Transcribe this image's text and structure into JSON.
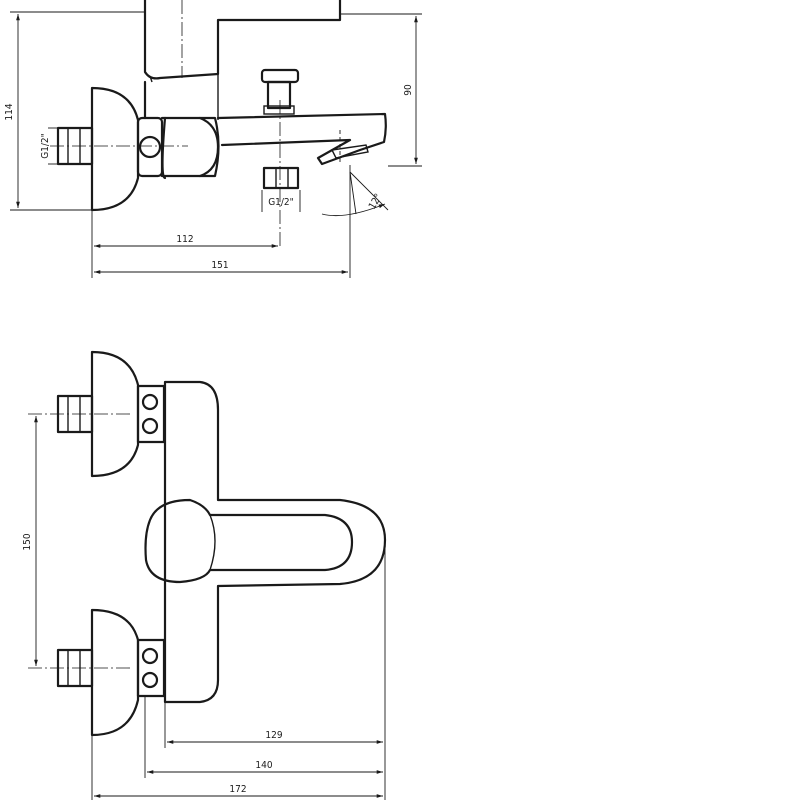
{
  "top_view": {
    "dim_height_total": "114",
    "dim_height_spout": "90",
    "thread_inlet": "G1/2\"",
    "thread_outlet": "G1/2\"",
    "angle_spout": "12°",
    "dim_outlet_offset": "112",
    "dim_spout_reach": "151"
  },
  "front_view": {
    "dim_inlet_spacing": "150",
    "dim_body_depth_a": "129",
    "dim_body_depth_b": "140",
    "dim_body_depth_total": "172"
  }
}
